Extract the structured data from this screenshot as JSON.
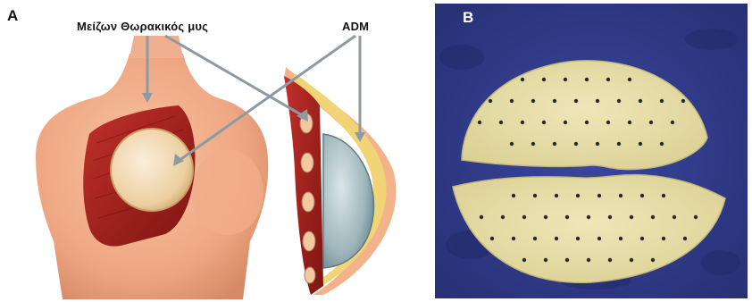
{
  "figure": {
    "panel_a": {
      "label": "A",
      "annotation_muscle": "Μείζων Θωρακικός μυς",
      "annotation_adm": "ADM"
    },
    "panel_b": {
      "label": "B"
    }
  },
  "colors": {
    "skin": "#f2b08e",
    "skin_shadow": "#d98b6a",
    "muscle": "#a8201e",
    "implant": "#f3dcb4",
    "implant_gel": "#9fb6bd",
    "adm_sheet": "#e9dfa8",
    "background_cloth": "#2f3a86",
    "pointer_line": "#8e9aa3"
  }
}
